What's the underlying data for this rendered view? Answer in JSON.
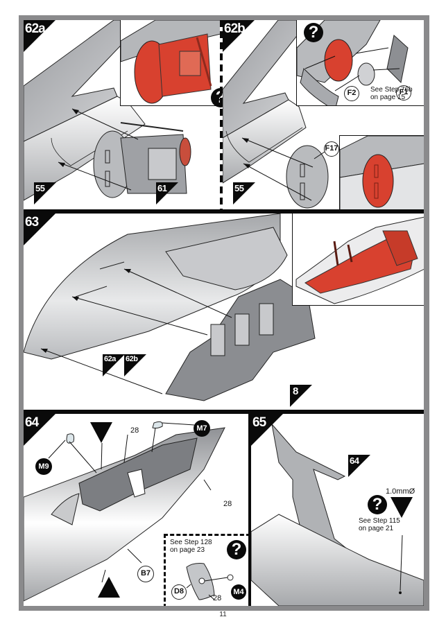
{
  "page": {
    "number": "11"
  },
  "colors": {
    "frame": "#8a8a8c",
    "highlight_red": "#d8412f",
    "part_gray": "#b4b6ba",
    "ink": "#0a0a0a"
  },
  "steps": [
    {
      "id": "62a",
      "label": "62a",
      "parts": [
        {
          "label": "55"
        },
        {
          "label": "61"
        }
      ],
      "icons": [
        "help-question-icon"
      ]
    },
    {
      "id": "62b",
      "label": "62b",
      "parts": [
        {
          "label": "55"
        }
      ],
      "callouts": [
        {
          "label": "F17",
          "style": "open"
        },
        {
          "label": "F1",
          "style": "open"
        },
        {
          "label": "F2",
          "style": "open"
        }
      ],
      "note": {
        "line1": "See Step 76b",
        "line2": "on page 15"
      },
      "icons": [
        "help-question-icon"
      ]
    },
    {
      "id": "63",
      "label": "63",
      "parts": [
        {
          "label": "62a"
        },
        {
          "label": "62b"
        },
        {
          "label": "8"
        }
      ]
    },
    {
      "id": "64",
      "label": "64",
      "callouts": [
        {
          "label": "M9",
          "style": "filled"
        },
        {
          "label": "M7",
          "style": "filled"
        },
        {
          "label": "B7",
          "style": "open"
        },
        {
          "label": "D8",
          "style": "open"
        },
        {
          "label": "M4",
          "style": "filled"
        }
      ],
      "numbers": [
        "28",
        "28",
        "28"
      ],
      "note": {
        "line1": "See Step 128",
        "line2": "on page 23"
      },
      "icons": [
        "drill-icon",
        "drill-icon",
        "help-question-icon"
      ]
    },
    {
      "id": "65",
      "label": "65",
      "parts": [
        {
          "label": "64"
        }
      ],
      "drill_size": "1.0mmØ",
      "note": {
        "line1": "See Step 115",
        "line2": "on page 21"
      },
      "icons": [
        "help-question-icon",
        "drill-icon"
      ]
    }
  ],
  "help_symbol": "?"
}
